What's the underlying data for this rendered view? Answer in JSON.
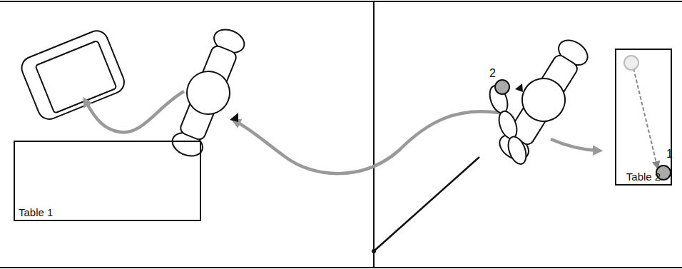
{
  "diagram": {
    "nodes": [
      {
        "text": [
          "Table 1"
        ]
      },
      {
        "text": [
          "Table 2"
        ]
      }
    ],
    "labels": [
      "2",
      "1"
    ]
  }
}
